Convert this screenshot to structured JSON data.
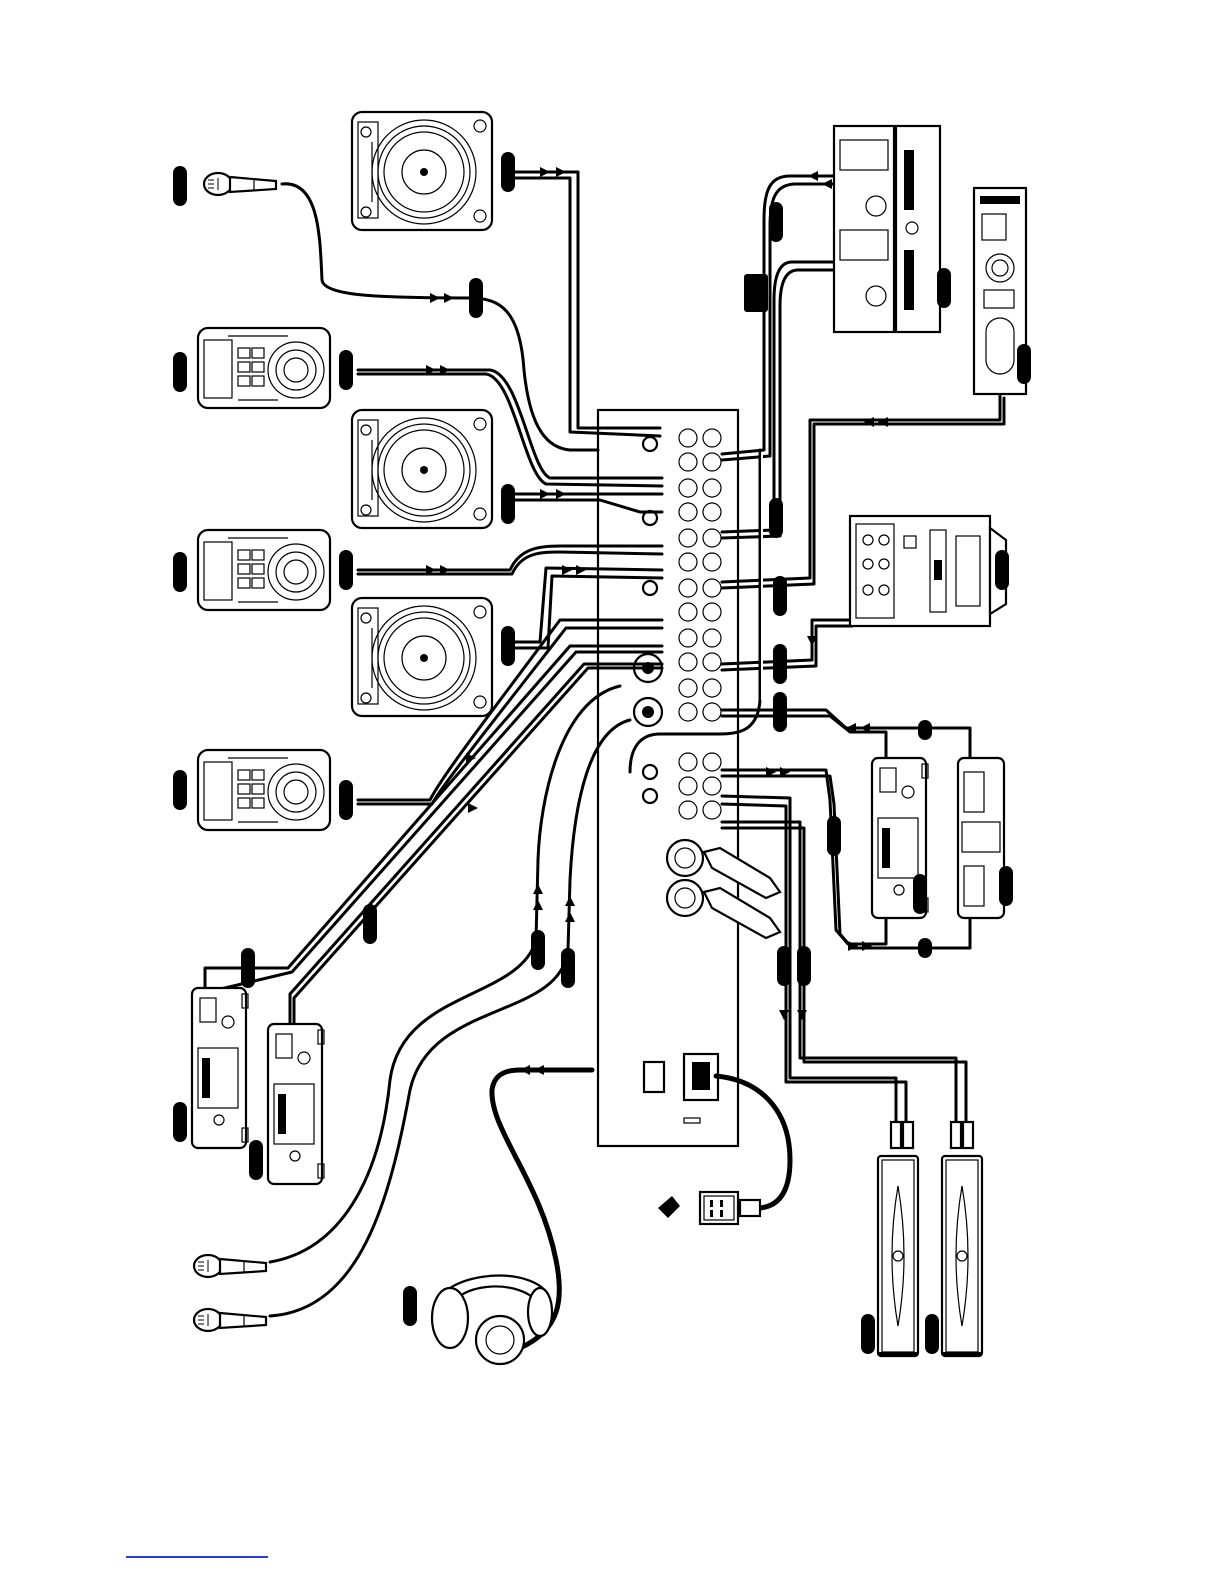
{
  "diagram": {
    "type": "dj-mixer-hookup",
    "labels_visible": false,
    "devices": [
      {
        "role": "turntable",
        "count": 3
      },
      {
        "role": "cd-player",
        "count": 3
      },
      {
        "role": "dual-cd-player",
        "count": 1
      },
      {
        "role": "media-player",
        "count": 1
      },
      {
        "role": "mixer-secondary",
        "count": 1
      },
      {
        "role": "recorder",
        "count": 4
      },
      {
        "role": "microphone",
        "count": 3
      },
      {
        "role": "headphones",
        "count": 1
      },
      {
        "role": "amplifier",
        "count": 2
      },
      {
        "role": "power-outlet",
        "count": 1
      }
    ]
  },
  "colors": {
    "line": "#000000",
    "background": "#ffffff",
    "footer_link": "#2b3bd6"
  }
}
